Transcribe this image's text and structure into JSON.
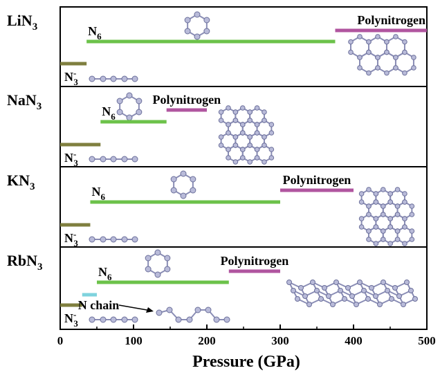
{
  "chart_data": {
    "type": "range",
    "xlabel": "Pressure (GPa)",
    "xlim": [
      0,
      500
    ],
    "xticks": [
      0,
      100,
      200,
      300,
      400,
      500
    ],
    "colors": {
      "azide": "#7f7f3f",
      "n6": "#6cc24a",
      "polynitrogen": "#b0559f",
      "n_chain": "#7fd3de"
    },
    "rows": [
      {
        "compound_main": "LiN",
        "compound_sub": "3",
        "ranges": [
          {
            "phase": "azide",
            "label_main": "N",
            "label_sup": "-",
            "label_sub": "3",
            "start": 0,
            "end": 36
          },
          {
            "phase": "n6",
            "label_main": "N",
            "label_sub": "6",
            "start": 36,
            "end": 375
          },
          {
            "phase": "polynitrogen",
            "label_main": "Polynitrogen",
            "start": 375,
            "end": 500
          }
        ]
      },
      {
        "compound_main": "NaN",
        "compound_sub": "3",
        "ranges": [
          {
            "phase": "azide",
            "label_main": "N",
            "label_sup": "-",
            "label_sub": "3",
            "start": 0,
            "end": 55
          },
          {
            "phase": "n6",
            "label_main": "N",
            "label_sub": "6",
            "start": 55,
            "end": 145
          },
          {
            "phase": "polynitrogen",
            "label_main": "Polynitrogen",
            "start": 145,
            "end": 200
          }
        ]
      },
      {
        "compound_main": "KN",
        "compound_sub": "3",
        "ranges": [
          {
            "phase": "azide",
            "label_main": "N",
            "label_sup": "-",
            "label_sub": "3",
            "start": 0,
            "end": 41
          },
          {
            "phase": "n6",
            "label_main": "N",
            "label_sub": "6",
            "start": 41,
            "end": 300
          },
          {
            "phase": "polynitrogen",
            "label_main": "Polynitrogen",
            "start": 300,
            "end": 400
          }
        ]
      },
      {
        "compound_main": "RbN",
        "compound_sub": "3",
        "ranges": [
          {
            "phase": "azide",
            "label_main": "N",
            "label_sup": "-",
            "label_sub": "3",
            "start": 0,
            "end": 30
          },
          {
            "phase": "n_chain",
            "label_main": "N chain",
            "start": 30,
            "end": 50
          },
          {
            "phase": "n6",
            "label_main": "N",
            "label_sub": "6",
            "start": 50,
            "end": 230
          },
          {
            "phase": "polynitrogen",
            "label_main": "Polynitrogen",
            "start": 230,
            "end": 300
          }
        ]
      }
    ]
  }
}
